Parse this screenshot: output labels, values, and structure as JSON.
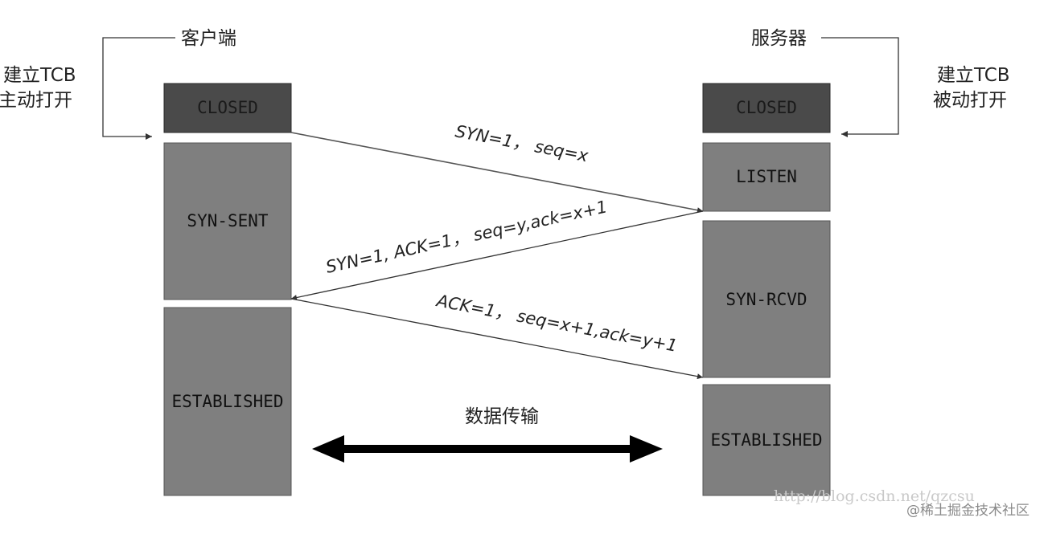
{
  "colors": {
    "closed_fill": "#4a4a4a",
    "state_fill": "#7f7f7f",
    "line": "#333333",
    "arrow": "#000000"
  },
  "client": {
    "title": "客户端",
    "open_note_line1": "建立TCB",
    "open_note_line2": "主动打开",
    "states": {
      "closed": "CLOSED",
      "syn_sent": "SYN-SENT",
      "established": "ESTABLISHED"
    }
  },
  "server": {
    "title": "服务器",
    "open_note_line1": "建立TCB",
    "open_note_line2": "被动打开",
    "states": {
      "closed": "CLOSED",
      "listen": "LISTEN",
      "syn_rcvd": "SYN-RCVD",
      "established": "ESTABLISHED"
    }
  },
  "messages": {
    "m1": "SYN=1， seq=x",
    "m2": "SYN=1, ACK=1， seq=y,ack=x+1",
    "m3": "ACK=1， seq=x+1,ack=y+1"
  },
  "data_transfer": "数据传输",
  "watermark": {
    "url": "http://blog.csdn.net/qzcsu",
    "brand": "@稀土掘金技术社区"
  }
}
